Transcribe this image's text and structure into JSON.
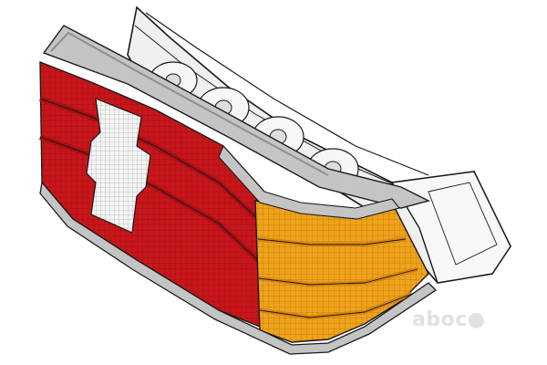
{
  "image": {
    "subject": "tail-lamp-illustration",
    "colors": {
      "red": "#c8161b",
      "red_dark": "#a80f14",
      "amber": "#f0a21a",
      "amber_dark": "#d8870e",
      "chrome": "#c4c4c4",
      "chrome_dark": "#8f8f8f",
      "white_lens": "#f4f4f4",
      "outline": "#1a1a1a",
      "housing": "#ededed"
    }
  },
  "watermark": {
    "text": "aboc",
    "logo": "watermark-logo"
  }
}
